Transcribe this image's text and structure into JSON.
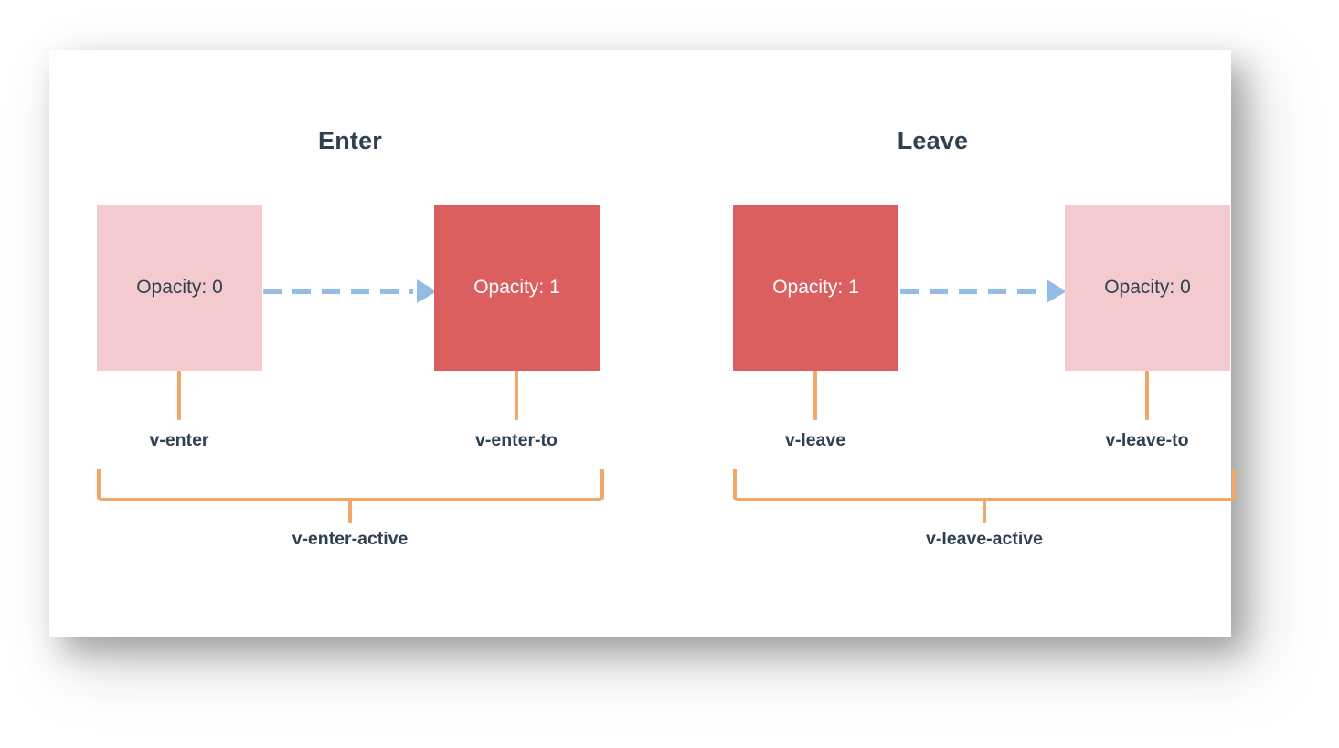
{
  "diagram": {
    "title_enter": "Enter",
    "title_leave": "Leave",
    "colors": {
      "box_light": "#F3CBCE",
      "box_solid": "#DC5F60",
      "arrow": "#92BCE3",
      "bracket": "#EFA868",
      "text": "#2E4052",
      "card_background": "#FFFFFF",
      "page_background": "#FFFFFF"
    },
    "groups": [
      {
        "name": "enter",
        "title": "Enter",
        "arrow_direction": "right",
        "bracket_label": "v-enter-active",
        "boxes": [
          {
            "value_label": "Opacity: 0",
            "opacity": 0,
            "style": "light",
            "class_label": "v-enter"
          },
          {
            "value_label": "Opacity: 1",
            "opacity": 1,
            "style": "solid",
            "class_label": "v-enter-to"
          }
        ]
      },
      {
        "name": "leave",
        "title": "Leave",
        "arrow_direction": "right",
        "bracket_label": "v-leave-active",
        "boxes": [
          {
            "value_label": "Opacity: 1",
            "opacity": 1,
            "style": "solid",
            "class_label": "v-leave"
          },
          {
            "value_label": "Opacity: 0",
            "opacity": 0,
            "style": "light",
            "class_label": "v-leave-to"
          }
        ]
      }
    ]
  }
}
